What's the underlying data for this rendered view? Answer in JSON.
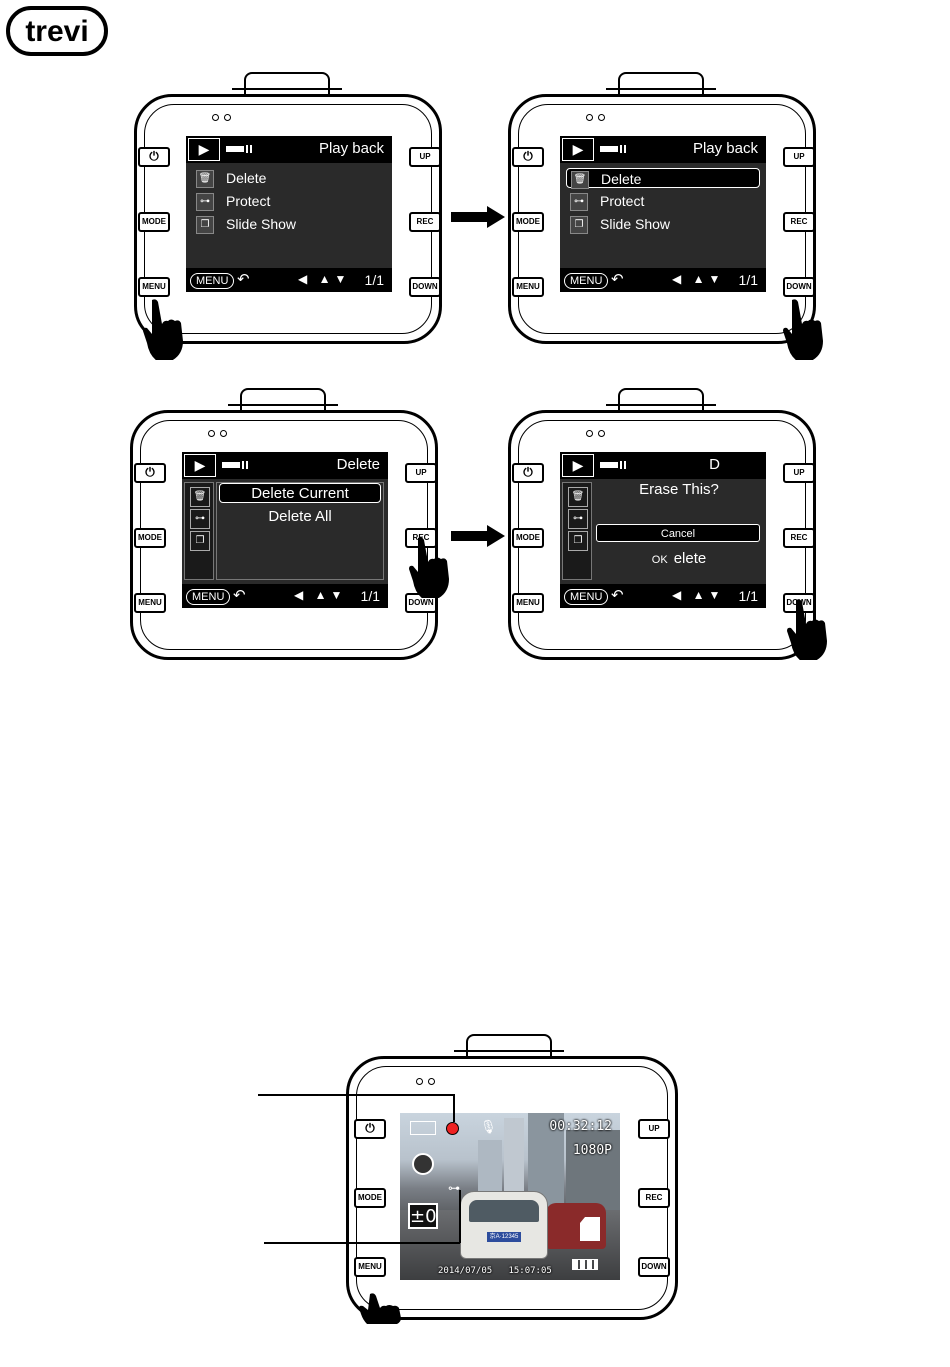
{
  "brand": {
    "logo_text": "trevi"
  },
  "buttons": {
    "power": "⏻",
    "mode": "MODE",
    "menu": "MENU",
    "up": "UP",
    "rec": "REC",
    "down": "DOWN"
  },
  "panels": [
    {
      "title": "Play back",
      "items": [
        "Delete",
        "Protect",
        "Slide Show"
      ],
      "footer": {
        "menu": "MENU",
        "page": "1/1"
      }
    },
    {
      "title": "Play back",
      "items": [
        "Delete",
        "Protect",
        "Slide Show"
      ],
      "selected": "Delete",
      "footer": {
        "menu": "MENU",
        "page": "1/1"
      }
    },
    {
      "title": "Delete",
      "items": [
        "Delete Current",
        "Delete All"
      ],
      "selected": "Delete Current",
      "footer": {
        "menu": "MENU",
        "page": "1/1"
      }
    },
    {
      "title": "D",
      "dialog": {
        "question": "Erase This?",
        "cancel": "Cancel",
        "ok": "OK",
        "ok_label": "elete"
      },
      "footer": {
        "menu": "MENU",
        "page": "1/1"
      }
    }
  ],
  "video": {
    "time": "00:32:12",
    "resolution": "1080P",
    "ev": "±0",
    "date": "2014/07/05",
    "clock": "15:07:05",
    "plate": "京A·12345"
  },
  "icons": {
    "play": "play-icon",
    "settings": "wrench-icon",
    "trash": "trash-icon",
    "protect": "key-icon",
    "slideshow": "slides-icon",
    "return": "return-icon",
    "hand": "pointing-hand-icon",
    "arrow": "right-arrow-icon",
    "record": "record-dot-icon",
    "microphone": "microphone-icon",
    "sd_card": "sd-card-icon",
    "battery": "battery-icon"
  }
}
